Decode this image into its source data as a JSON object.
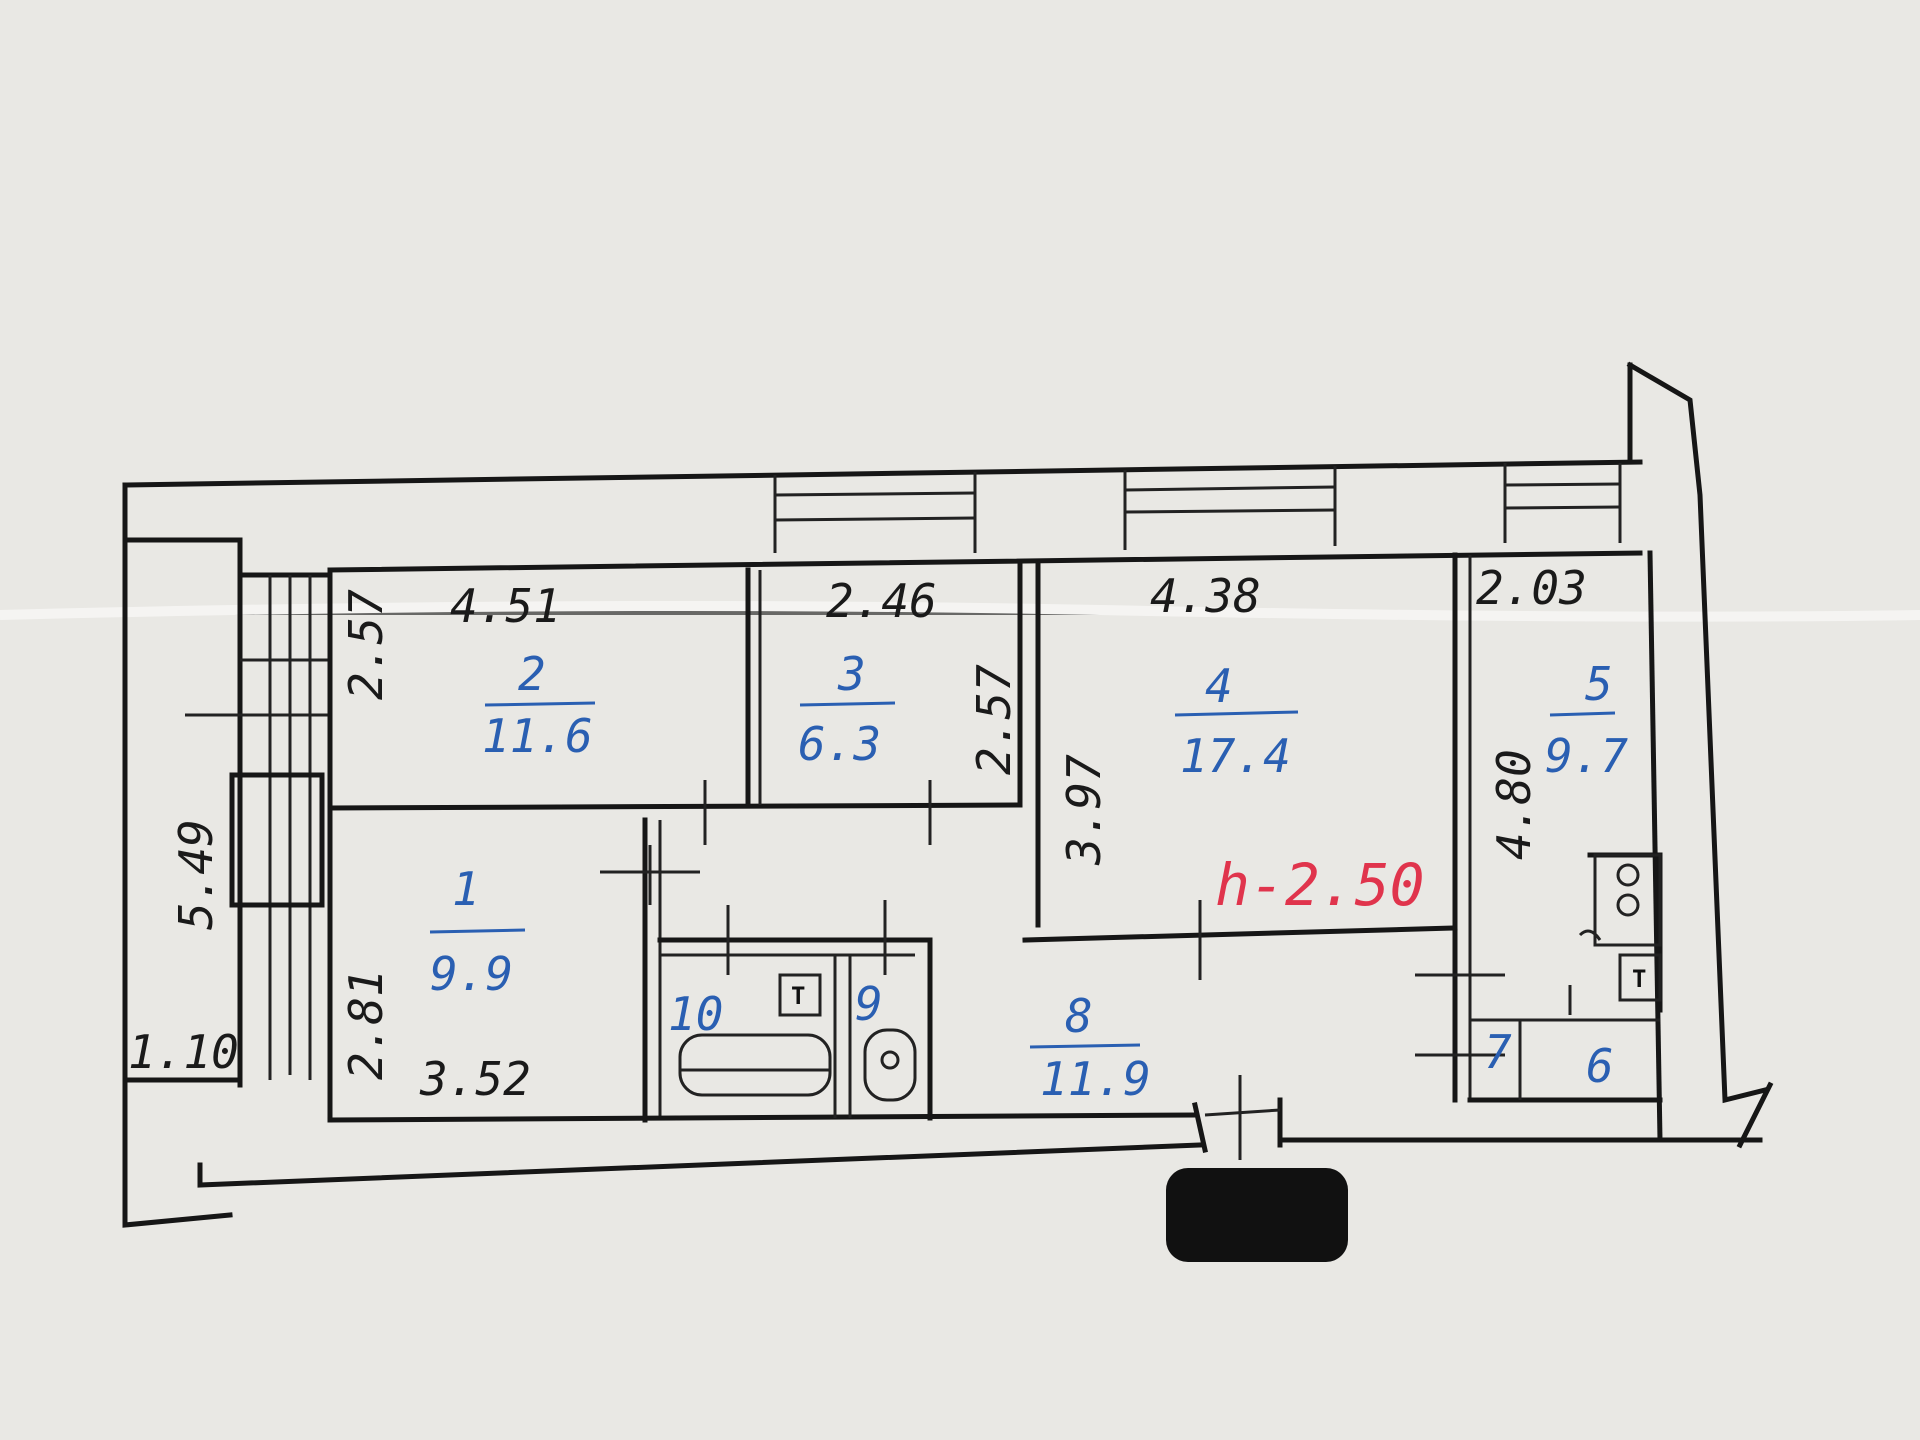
{
  "plan": {
    "height_label": "h-2.50",
    "dimensions": {
      "d_451": "4.51",
      "d_246": "2.46",
      "d_438": "4.38",
      "d_203": "2.03",
      "d_257a": "2.57",
      "d_257b": "2.57",
      "d_397": "3.97",
      "d_480": "4.80",
      "d_549": "5.49",
      "d_281": "2.81",
      "d_352": "3.52",
      "d_110": "1.10"
    },
    "rooms": [
      {
        "number": "1",
        "area": "9.9"
      },
      {
        "number": "2",
        "area": "11.6"
      },
      {
        "number": "3",
        "area": "6.3"
      },
      {
        "number": "4",
        "area": "17.4"
      },
      {
        "number": "5",
        "area": "9.7"
      },
      {
        "number": "6"
      },
      {
        "number": "7"
      },
      {
        "number": "8",
        "area": "11.9"
      },
      {
        "number": "9"
      },
      {
        "number": "10"
      }
    ],
    "fixtures": {
      "toilet_mark": "T",
      "stove_mark": "T"
    }
  },
  "colors": {
    "paper": "#e9e8e4",
    "lines": "#161616",
    "room_labels": "#2a5fb2",
    "height_label": "#e0344c",
    "redaction": "#111111"
  }
}
